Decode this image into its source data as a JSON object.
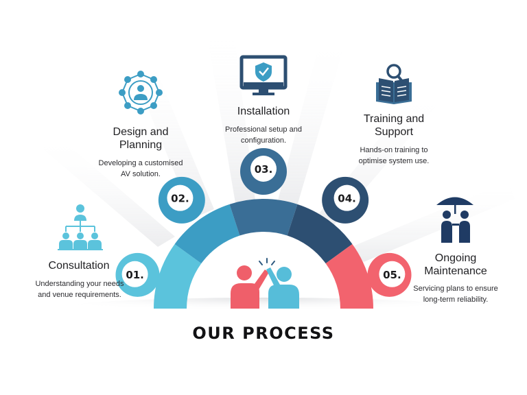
{
  "heading": "OUR PROCESS",
  "colors": {
    "consultation": "#5bc3dc",
    "design": "#3c9dc4",
    "installation": "#3a6e96",
    "training": "#2d4f72",
    "maintenance": "#f2636e",
    "person_left": "#ef5f6a",
    "person_right": "#56bdd9",
    "icon_navy": "#1f3b64"
  },
  "steps": [
    {
      "number": "01.",
      "title": "Consultation",
      "desc": [
        "Understanding your needs",
        "and venue requirements."
      ],
      "icon": "org-chart-icon"
    },
    {
      "number": "02.",
      "title": "Design and Planning",
      "title_lines": [
        "Design and",
        "Planning"
      ],
      "desc": [
        "Developing a customised",
        "AV solution."
      ],
      "icon": "network-user-icon"
    },
    {
      "number": "03.",
      "title": "Installation",
      "desc": [
        "Professional setup and",
        "configuration."
      ],
      "icon": "monitor-shield-icon"
    },
    {
      "number": "04.",
      "title": "Training and Support",
      "title_lines": [
        "Training and",
        "Support"
      ],
      "desc": [
        "Hands-on training to",
        "optimise system use."
      ],
      "icon": "book-search-icon"
    },
    {
      "number": "05.",
      "title": "Ongoing Maintenance",
      "title_lines": [
        "Ongoing",
        "Maintenance"
      ],
      "desc": [
        "Servicing plans to ensure",
        "long-term reliability."
      ],
      "icon": "umbrella-people-icon"
    }
  ]
}
